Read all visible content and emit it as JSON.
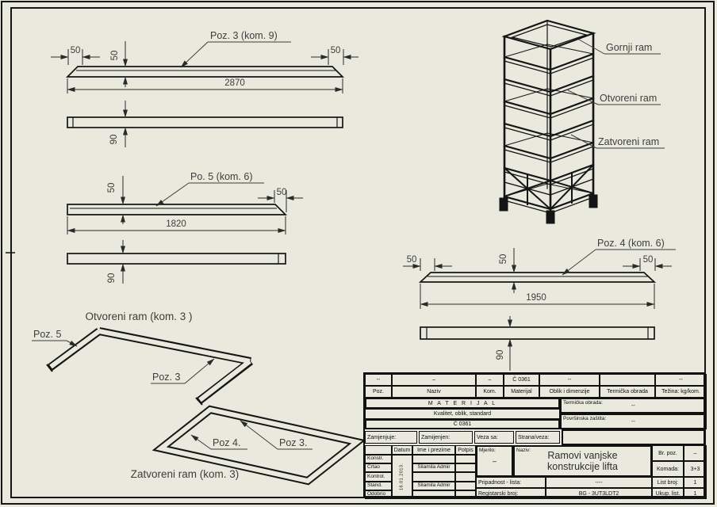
{
  "sheet": {
    "bg": "#e9e9dd",
    "ink": "#151515"
  },
  "beam_poz3": {
    "callout": "Poz. 3 (kom. 9)",
    "dim_left": "50",
    "dim_profile": "50",
    "dim_right": "50",
    "dim_length": "2870",
    "dim_width": "90"
  },
  "beam_poz5": {
    "callout": "Po. 5 (kom. 6)",
    "dim_profile": "50",
    "dim_right": "50",
    "dim_length": "1820",
    "dim_width": "90"
  },
  "beam_poz4": {
    "callout": "Poz. 4 (kom. 6)",
    "dim_left": "50",
    "dim_profile": "50",
    "dim_right": "50",
    "dim_length": "1950",
    "dim_width": "90"
  },
  "tower": {
    "label_gornji": "Gornji ram",
    "label_otvoreni": "Otvoreni ram",
    "label_zatvoreni": "Zatvoreni ram"
  },
  "open_frame": {
    "title": "Otvoreni ram (kom. 3 )",
    "label_poz5": "Poz. 5",
    "label_poz3": "Poz. 3"
  },
  "closed_frame": {
    "title": "Zatvoreni ram (kom. 3)",
    "label_poz4": "Poz 4.",
    "label_poz3": "Poz 3."
  },
  "title_block": {
    "bom": {
      "values": {
        "poz": "--",
        "naziv": "–",
        "kom": "–",
        "materijal": "Č 0361",
        "oblik": "--",
        "termicka": "",
        "tezina": "--"
      },
      "headers": {
        "poz": "Poz.",
        "naziv": "Naziv",
        "kom": "Kom.",
        "materijal": "Materijal",
        "oblik": "Oblik i dimenzije",
        "termicka": "Termička obrada",
        "tezina": "Težina: kg/kom."
      }
    },
    "materijal": {
      "title": "M A T E R I J A L",
      "subtitle": "Kvalitet, oblik, standard",
      "value": "Č 0361"
    },
    "termicka": {
      "label": "Termička obrada:",
      "value": "--"
    },
    "povrsinska": {
      "label": "Površinska zaštita:",
      "value": "--"
    },
    "refs": {
      "zamjenjuje": "Zamjenjuje:",
      "zamijenjen": "Zamijenjen:",
      "veza_sa": "Veza sa:",
      "strana_veza": "Strana/veza:"
    },
    "sign": {
      "datum_header": "Datum",
      "ime_header": "Ime i prezime",
      "potpis_header": "Potpis",
      "datum_value": "16.01.2013.",
      "rows": [
        {
          "label": "Konstr.",
          "ime": ""
        },
        {
          "label": "Crtao",
          "ime": "Silamila Admir"
        },
        {
          "label": "Kontrol.",
          "ime": ""
        },
        {
          "label": "Stand.",
          "ime": "Silamila Admir"
        },
        {
          "label": "Odobrio",
          "ime": ""
        }
      ]
    },
    "mjerilo": {
      "label": "Mjerilo:",
      "value": "–"
    },
    "naziv": {
      "label": "Naziv:",
      "line1": "Ramovi vanjske",
      "line2": "konstrukcije lifta"
    },
    "br_poz": {
      "label": "Br. poz.",
      "value": "–"
    },
    "komada": {
      "label": "Komada:",
      "value": "3+3"
    },
    "pripadnost": {
      "label": "Pripadnost - lista:",
      "value": "----"
    },
    "registarski": {
      "label": "Registarski broj:",
      "value": "BG - 3UT3LDT2"
    },
    "list_broj": {
      "label": "List broj:",
      "value": "1"
    },
    "ukupno": {
      "label": "Ukup. list.",
      "value": "1"
    }
  }
}
